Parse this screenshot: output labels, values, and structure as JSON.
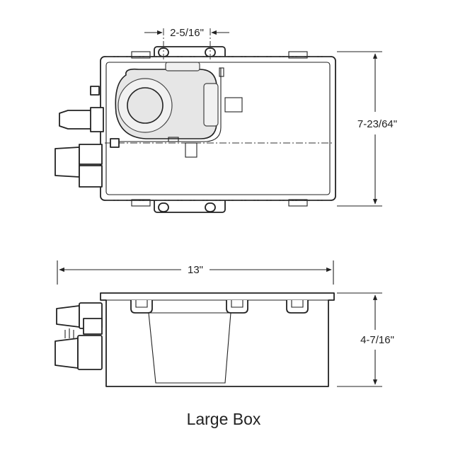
{
  "dimensions": {
    "mount_spacing": "2-5/16\"",
    "width": "7-23/64\"",
    "length": "13\"",
    "height": "4-7/16\""
  },
  "caption": "Large Box"
}
